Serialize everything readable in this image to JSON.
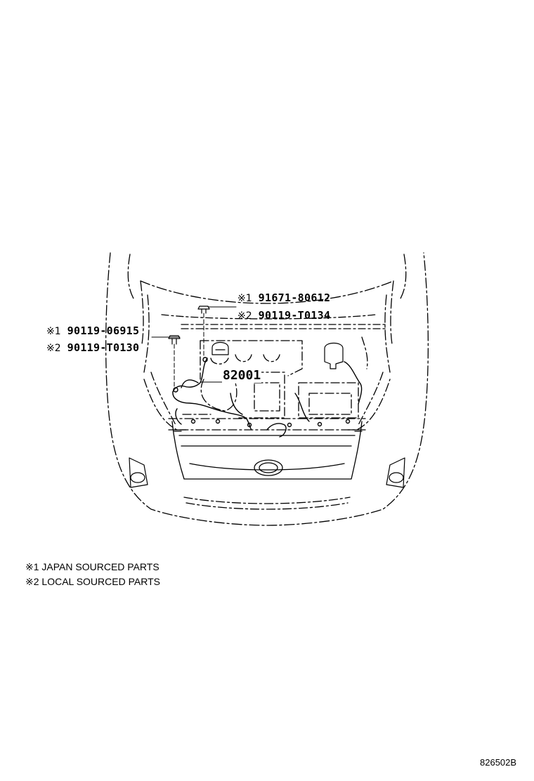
{
  "callouts": [
    {
      "mark": "※1",
      "part": "91671-80612"
    },
    {
      "mark": "※2",
      "part": "90119-T0134"
    },
    {
      "mark": "※1",
      "part": "90119-06915"
    },
    {
      "mark": "※2",
      "part": "90119-T0130"
    }
  ],
  "main_part": "82001",
  "legend": [
    {
      "mark": "※1",
      "text": "JAPAN SOURCED PARTS"
    },
    {
      "mark": "※2",
      "text": "LOCAL SOURCED PARTS"
    }
  ],
  "illustration_code": "826502B"
}
